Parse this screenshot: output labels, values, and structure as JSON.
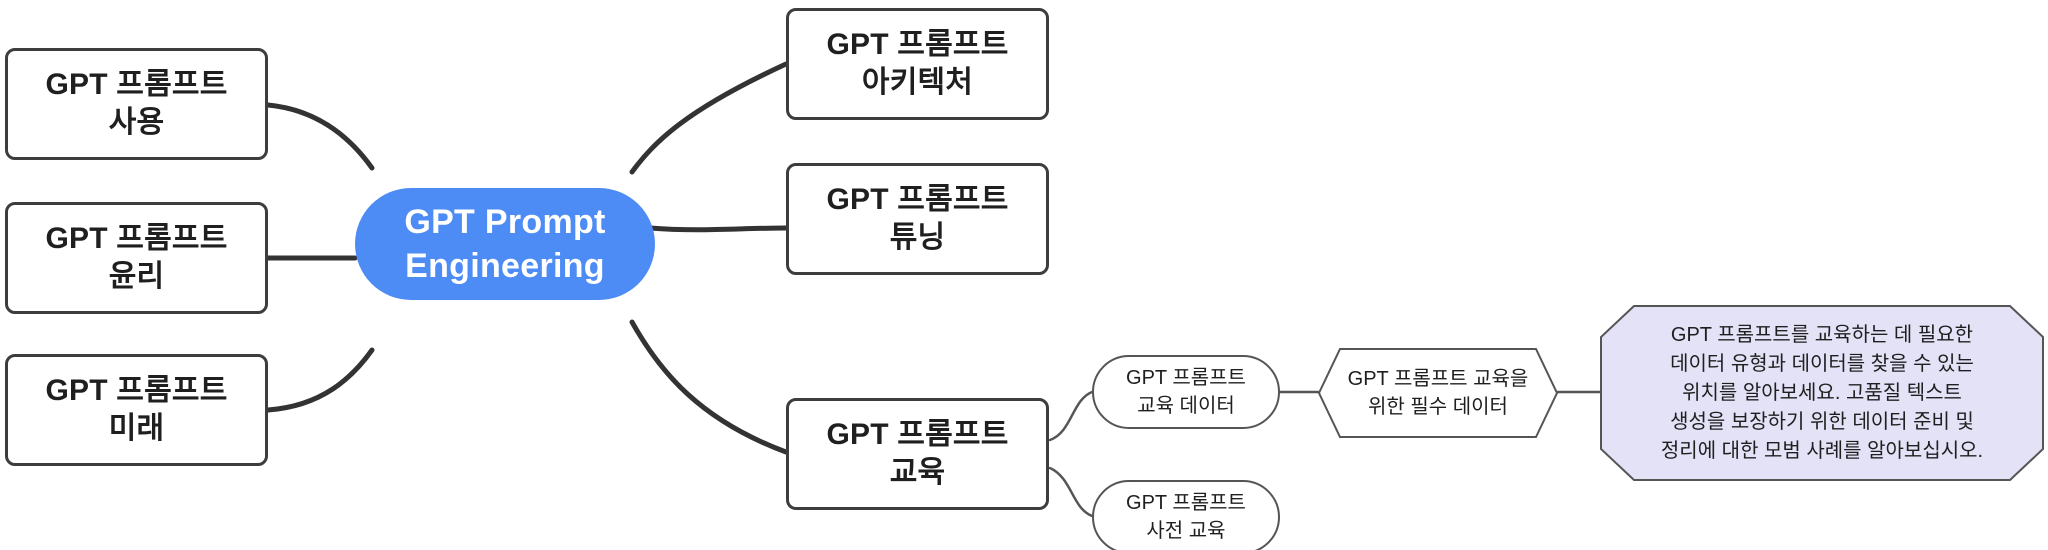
{
  "diagram": {
    "type": "mindmap",
    "root": {
      "label": "GPT Prompt\nEngineering",
      "color": "#4d8bf5",
      "text_color": "#ffffff"
    },
    "left_branches": [
      {
        "label": "GPT 프롬프트\n사용"
      },
      {
        "label": "GPT 프롬프트\n윤리"
      },
      {
        "label": "GPT 프롬프트\n미래"
      }
    ],
    "right_branches": [
      {
        "label": "GPT 프롬프트\n아키텍처"
      },
      {
        "label": "GPT 프롬프트\n튜닝"
      },
      {
        "label": "GPT 프롬프트\n교육"
      }
    ],
    "training_children": [
      {
        "label": "GPT 프롬프트\n교육 데이터",
        "shape": "stadium"
      },
      {
        "label": "GPT 프롬프트\n사전 교육",
        "shape": "stadium"
      }
    ],
    "data_chain": {
      "hexagon": {
        "label": "GPT 프롬프트 교육을\n위한 필수 데이터",
        "shape": "hexagon",
        "color": "#ffffff"
      },
      "detail": {
        "label": "GPT 프롬프트를 교육하는 데 필요한\n데이터 유형과 데이터를 찾을 수 있는\n위치를 알아보세요. 고품질 텍스트\n생성을 보장하기 위한 데이터 준비 및\n정리에 대한 모범 사례를 알아보십시오.",
        "shape": "octagon",
        "color": "#e4e2f7"
      }
    },
    "edge_color": "#333333"
  }
}
